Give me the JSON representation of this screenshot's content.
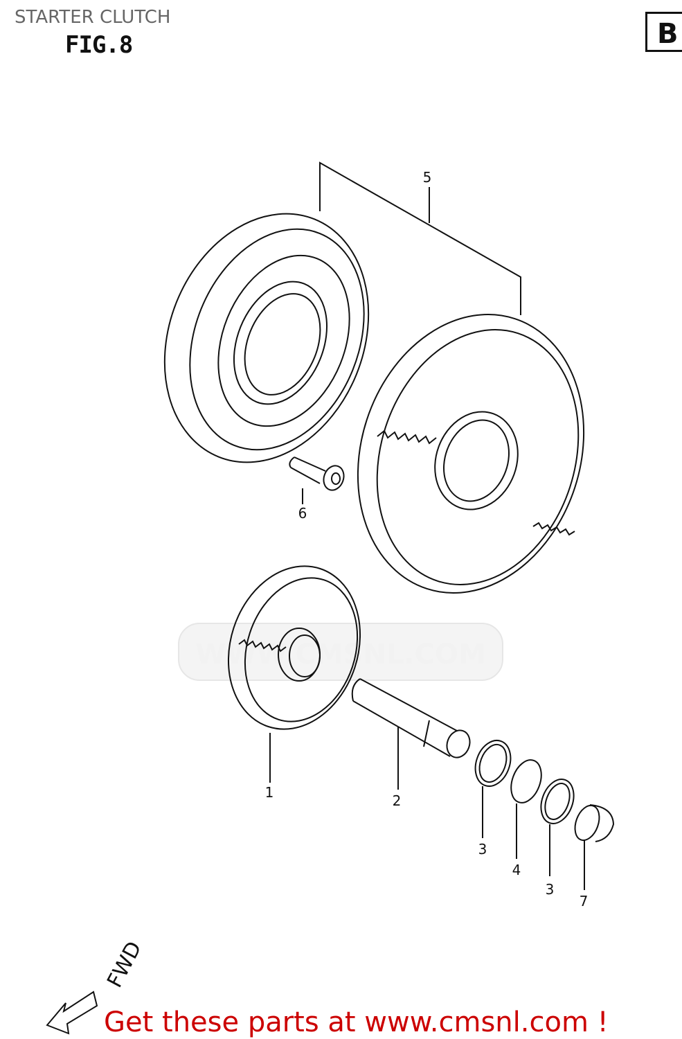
{
  "title": "STARTER CLUTCH",
  "figure_label": "FIG.8",
  "section_badge": "B",
  "watermark": "WWW.CMSNL.COM",
  "callouts": [
    {
      "id": "5",
      "part": "starter-clutch-assembly"
    },
    {
      "id": "6",
      "part": "bolt"
    },
    {
      "id": "1",
      "part": "idle-gear"
    },
    {
      "id": "2",
      "part": "shaft"
    },
    {
      "id": "3",
      "part": "washer"
    },
    {
      "id": "4",
      "part": "circlip"
    },
    {
      "id": "3",
      "part": "washer"
    },
    {
      "id": "7",
      "part": "cap"
    }
  ],
  "direction_label": "FWD",
  "promo_text": "Get these parts at www.cmsnl.com !",
  "colors": {
    "promo": "#cc0000",
    "line": "#111111",
    "title": "#666666"
  }
}
